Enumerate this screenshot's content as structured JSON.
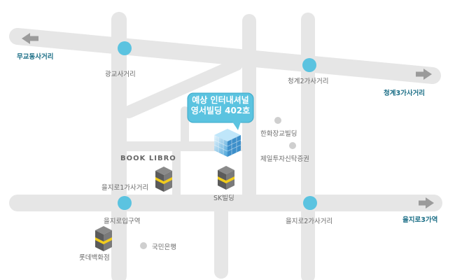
{
  "destinations": {
    "northwest": "무교동사거리",
    "northeast": "청계3가사거리",
    "east": "을지로3가역"
  },
  "intersections": {
    "gwanggyo": "광교사거리",
    "cheonggye2": "청계2가사거리",
    "euljiro1": "을지로1가사거리",
    "euljiro_entrance": "을지로입구역",
    "euljiro2": "을지로2가사거리"
  },
  "buildings": {
    "book_libro": "BOOK LIBRO",
    "sk": "SK빌딩",
    "lotte": "롯데백화점",
    "hanwha": "한화장교빌딩",
    "jeil": "제일투자신탁증권",
    "kookmin": "국민은행"
  },
  "target": {
    "line1": "예상 인터내셔널",
    "line2": "영서빌딩 402호"
  },
  "colors": {
    "road": "#e6e6e6",
    "marker": "#5bc3e0",
    "destination_text": "#1b6e86",
    "callout": "#5bc3e0",
    "building_yellow": "#f1cc1d",
    "poi_dot": "#cfcfcf"
  }
}
